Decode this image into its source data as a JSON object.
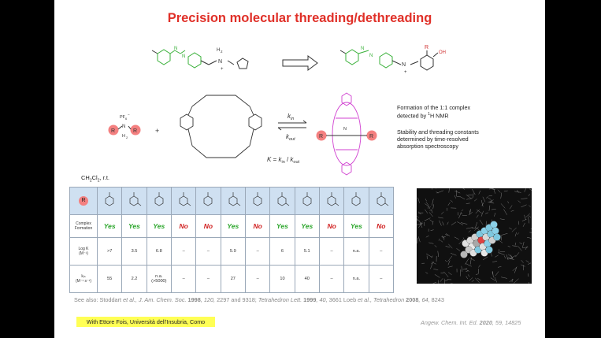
{
  "title": "Precision molecular threading/dethreading",
  "scheme": {
    "h2_label": "H",
    "h2_sub": "2",
    "n_label": "N",
    "plus": "+",
    "r_label": "R",
    "oh_label": "OH",
    "pf6": "PF",
    "pf6_sub": "6",
    "pf6_sup": "−",
    "plus_operator": "+",
    "k_in": "k",
    "k_in_sub": "in",
    "k_out": "k",
    "k_out_sub": "out",
    "k_eq_k": "K",
    "k_eq_equals": " = ",
    "k_eq_slash": " / "
  },
  "notes": {
    "complex_line1": "Formation of the 1:1 complex",
    "complex_line2_pre": "detected by ",
    "complex_line2_sup": "1",
    "complex_line2_post": "H NMR",
    "stability_line1": "Stability and threading constants",
    "stability_line2": "determined by time-resolved",
    "stability_line3": "absorption spectroscopy"
  },
  "solvent": {
    "pre": "CH",
    "sub1": "2",
    "mid": "Cl",
    "sub2": "2",
    "post": ", r.t."
  },
  "table": {
    "r_label": "R",
    "row_labels": {
      "complex_l1": "Complex",
      "complex_l2": "Formation",
      "logk_l1": "Log K",
      "logk_l2": "(M⁻¹)",
      "kin_l1": "kᵢₙ",
      "kin_l2": "(M⁻¹ s⁻¹)"
    },
    "formation": [
      "Yes",
      "Yes",
      "Yes",
      "No",
      "No",
      "Yes",
      "No",
      "Yes",
      "Yes",
      "No",
      "Yes",
      "No"
    ],
    "logk": [
      ">7",
      "3.5",
      "6.8",
      "–",
      "–",
      "5.9",
      "–",
      "6",
      "5.1",
      "–",
      "n.a.",
      "–"
    ],
    "kin": [
      [
        "55"
      ],
      [
        "2.2"
      ],
      [
        "n.a.",
        "(>5000)"
      ],
      [
        "–"
      ],
      [
        "–"
      ],
      [
        "27"
      ],
      [
        "–"
      ],
      [
        "10"
      ],
      [
        "40"
      ],
      [
        "–"
      ],
      [
        "n.a."
      ],
      [
        "–"
      ]
    ]
  },
  "colors": {
    "title": "#e03028",
    "yes": "#2aa52a",
    "no": "#d02020",
    "azo_green": "#38b038",
    "ring_magenta": "#d040d0",
    "r_pink": "#f48080",
    "header_blue": "#cfe0f1",
    "highlight": "#ffff55"
  },
  "references": {
    "seealso_pre": "See also: Stoddart ",
    "seealso_etal1": "et al",
    "seealso_j": "., J. Am. Chem. Soc. ",
    "seealso_y1": "1998",
    "seealso_v1": ", 120, ",
    "seealso_p1": "2297 and 9318; ",
    "seealso_tl": "Tetrahedron Lett. ",
    "seealso_y2": "1999",
    "seealso_v2": ", 40, ",
    "seealso_p2": "3661 Loeb ",
    "seealso_etal2": "et al",
    "seealso_tet": "., Tetrahedron ",
    "seealso_y3": "2008",
    "seealso_v3": ", 64, ",
    "seealso_p3": "8243",
    "collab": "With Ettore Fois, Università dell'Insubria, Como",
    "cite_journal": "Angew. Chem. Int. Ed. ",
    "cite_year": "2020",
    "cite_vol": ", 59, ",
    "cite_page": "14825"
  }
}
